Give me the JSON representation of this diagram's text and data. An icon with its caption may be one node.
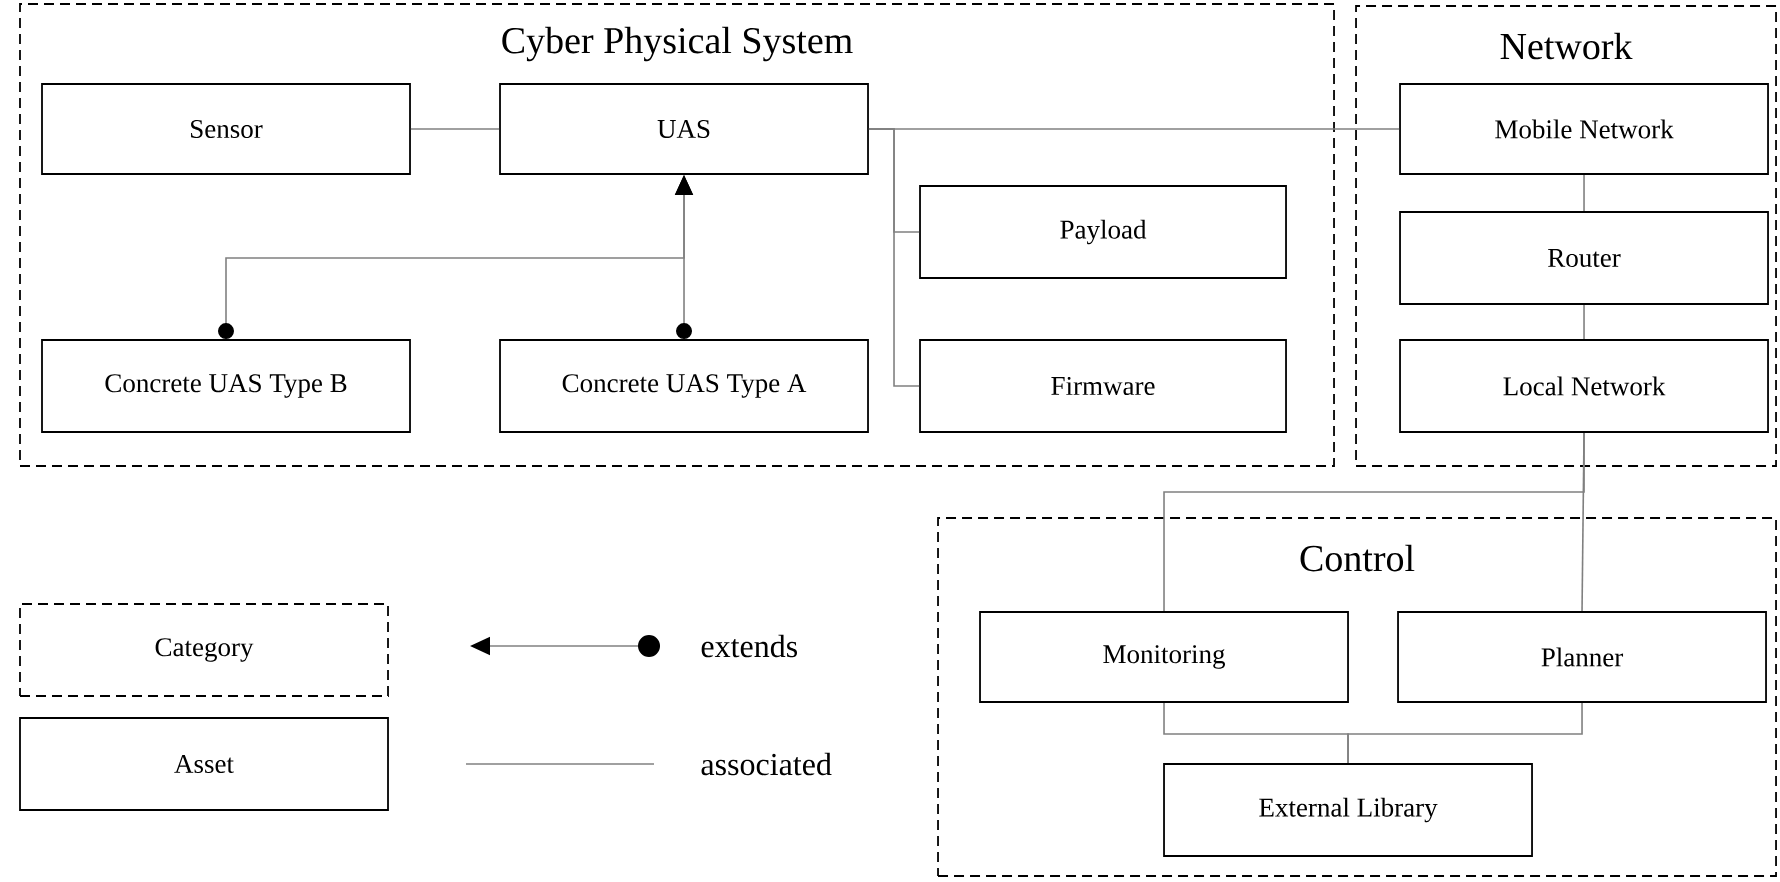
{
  "diagram": {
    "nodes": [
      {
        "text": [
          "Cyber Physical System"
        ]
      },
      {
        "text": [
          "Sensor"
        ],
        "in": 0
      },
      {
        "text": [
          "UAS"
        ],
        "in": 0
      },
      {
        "text": [
          "Concrete UAS Type B"
        ],
        "in": 0
      },
      {
        "text": [
          "Concrete UAS Type A"
        ],
        "in": 0
      },
      {
        "text": [
          "Payload"
        ],
        "in": 0
      },
      {
        "text": [
          "Firmware"
        ],
        "in": 0
      },
      {
        "text": [
          "Network"
        ]
      },
      {
        "text": [
          "Mobile Network"
        ],
        "in": 7
      },
      {
        "text": [
          "Router"
        ],
        "in": 7
      },
      {
        "text": [
          "Local Network"
        ],
        "in": 7
      },
      {
        "text": [
          "Control"
        ]
      },
      {
        "text": [
          "Monitoring"
        ],
        "in": 11
      },
      {
        "text": [
          "Planner"
        ],
        "in": 11
      },
      {
        "text": [
          "External Library"
        ],
        "in": 11
      }
    ],
    "edges": [
      {
        "from": 1,
        "to": 2,
        "arrow": "none"
      },
      {
        "from": 3,
        "to": 2,
        "arrow": "to"
      },
      {
        "from": 4,
        "to": 2,
        "arrow": "to"
      },
      {
        "from": 2,
        "to": 8,
        "arrow": "none"
      },
      {
        "from": 2,
        "to": 5,
        "arrow": "none"
      },
      {
        "from": 2,
        "to": 6,
        "arrow": "none"
      },
      {
        "from": 8,
        "to": 9,
        "arrow": "none"
      },
      {
        "from": 9,
        "to": 10,
        "arrow": "none"
      },
      {
        "from": 10,
        "to": 12,
        "arrow": "none"
      },
      {
        "from": 10,
        "to": 13,
        "arrow": "none"
      },
      {
        "from": 12,
        "to": 14,
        "arrow": "none"
      },
      {
        "from": 13,
        "to": 14,
        "arrow": "none"
      }
    ],
    "legend": [
      {
        "text": "Category"
      },
      {
        "text": "Asset"
      },
      {
        "text": "extends"
      },
      {
        "text": "associated"
      }
    ]
  }
}
